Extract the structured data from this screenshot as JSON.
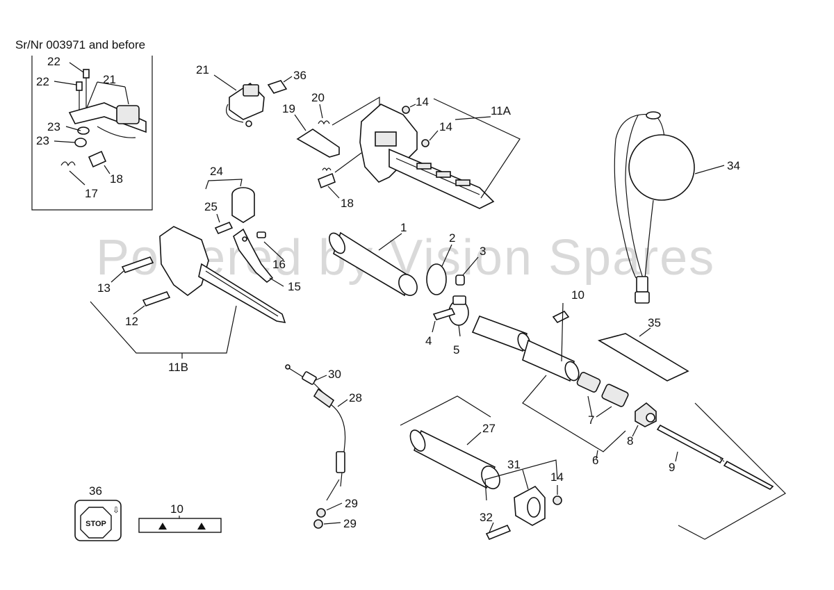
{
  "header": {
    "serial_note": "Sr/Nr 003971 and before"
  },
  "watermark": "Powered by Vision Spares",
  "stop_label": {
    "text": "STOP",
    "arrow_glyph": "⇩"
  },
  "callouts": {
    "c36_inset": "36",
    "c10_inset": "10",
    "c22a": "22",
    "c22b": "22",
    "c21_inset": "21",
    "c23a": "23",
    "c23b": "23",
    "c18_inset": "18",
    "c17": "17",
    "c21": "21",
    "c36": "36",
    "c20": "20",
    "c19": "19",
    "c14a": "14",
    "c14b": "14",
    "c11A": "11A",
    "c18": "18",
    "c34": "34",
    "c24": "24",
    "c25": "25",
    "c16": "16",
    "c15": "15",
    "c13": "13",
    "c12": "12",
    "c11B": "11B",
    "c1": "1",
    "c2": "2",
    "c3": "3",
    "c4": "4",
    "c5": "5",
    "c10": "10",
    "c35": "35",
    "c7": "7",
    "c8": "8",
    "c6": "6",
    "c9": "9",
    "c30": "30",
    "c28": "28",
    "c27": "27",
    "c29a": "29",
    "c29b": "29",
    "c31": "31",
    "c14c": "14",
    "c32": "32"
  },
  "colors": {
    "line": "#111111",
    "watermark": "#d9d9d9",
    "fill_light": "#e9e9e9"
  }
}
